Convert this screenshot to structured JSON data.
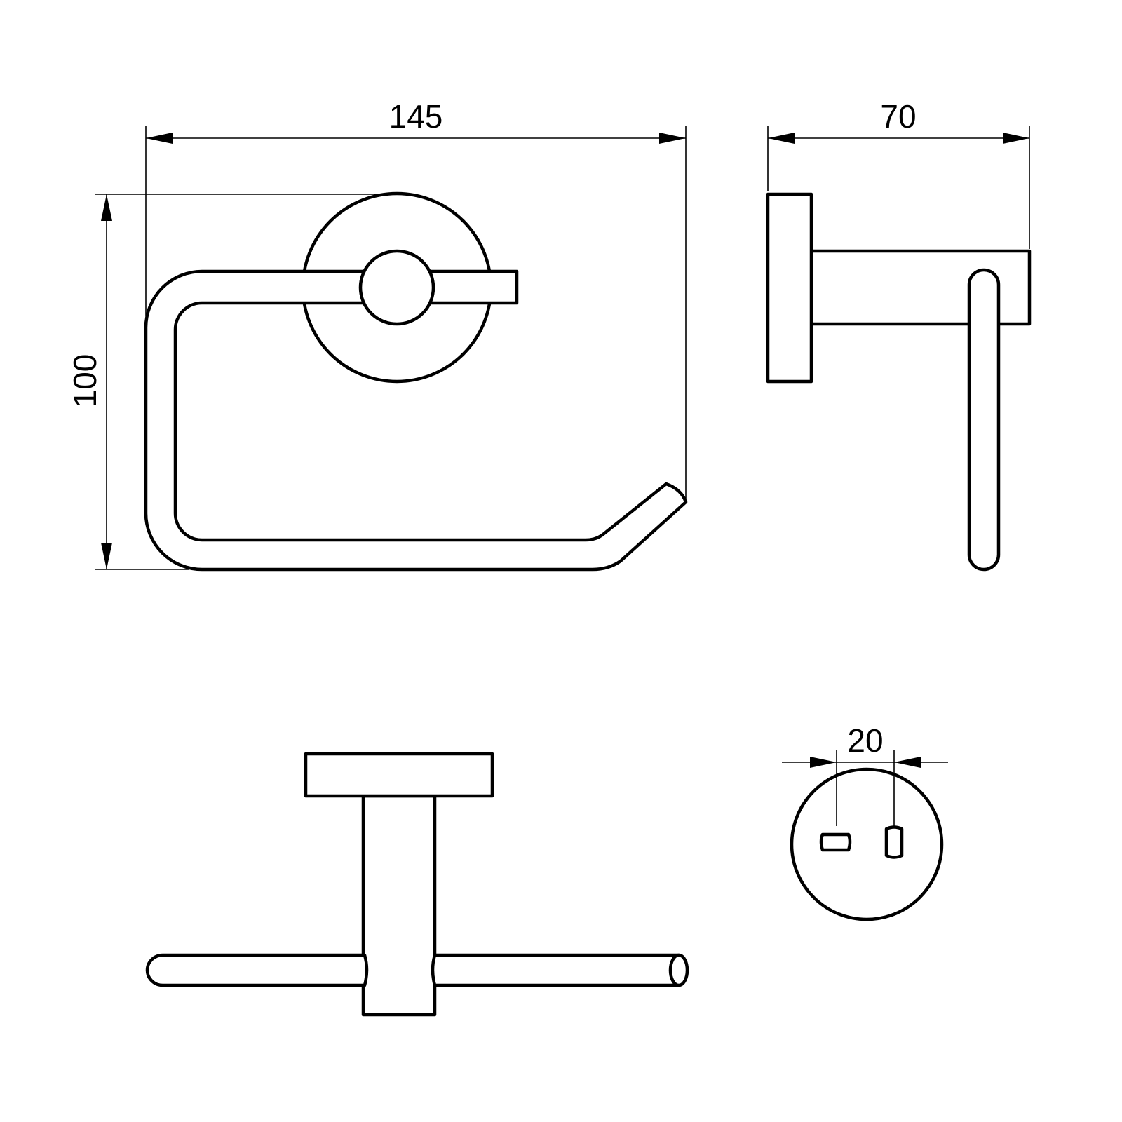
{
  "drawing": {
    "type": "technical drawing of toilet paper holder",
    "units": "mm",
    "dimensions": {
      "width": "145",
      "height": "100",
      "depth": "70",
      "mounting_hole_spacing": "20"
    },
    "colors": {
      "line": "#000000",
      "background": "#ffffff"
    }
  }
}
